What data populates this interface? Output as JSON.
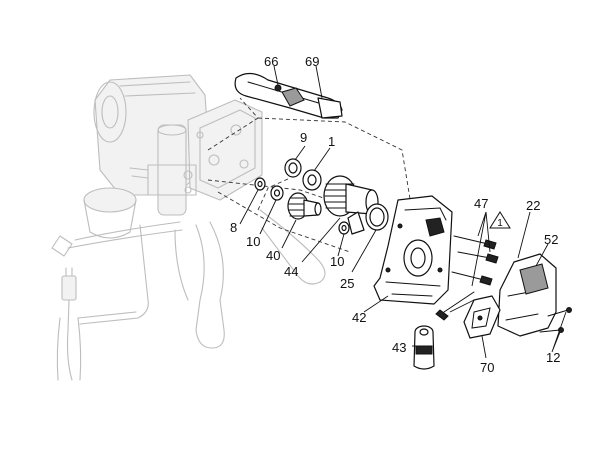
{
  "callouts": {
    "c66": "66",
    "c69": "69",
    "c9": "9",
    "c1": "1",
    "c8": "8",
    "c10a": "10",
    "c40": "40",
    "c44": "44",
    "c10b": "10",
    "c25": "25",
    "c47": "47",
    "c22": "22",
    "c52": "52",
    "c42": "42",
    "c43": "43",
    "c70": "70",
    "c12": "12"
  },
  "warning_symbol": {
    "number": "1"
  }
}
